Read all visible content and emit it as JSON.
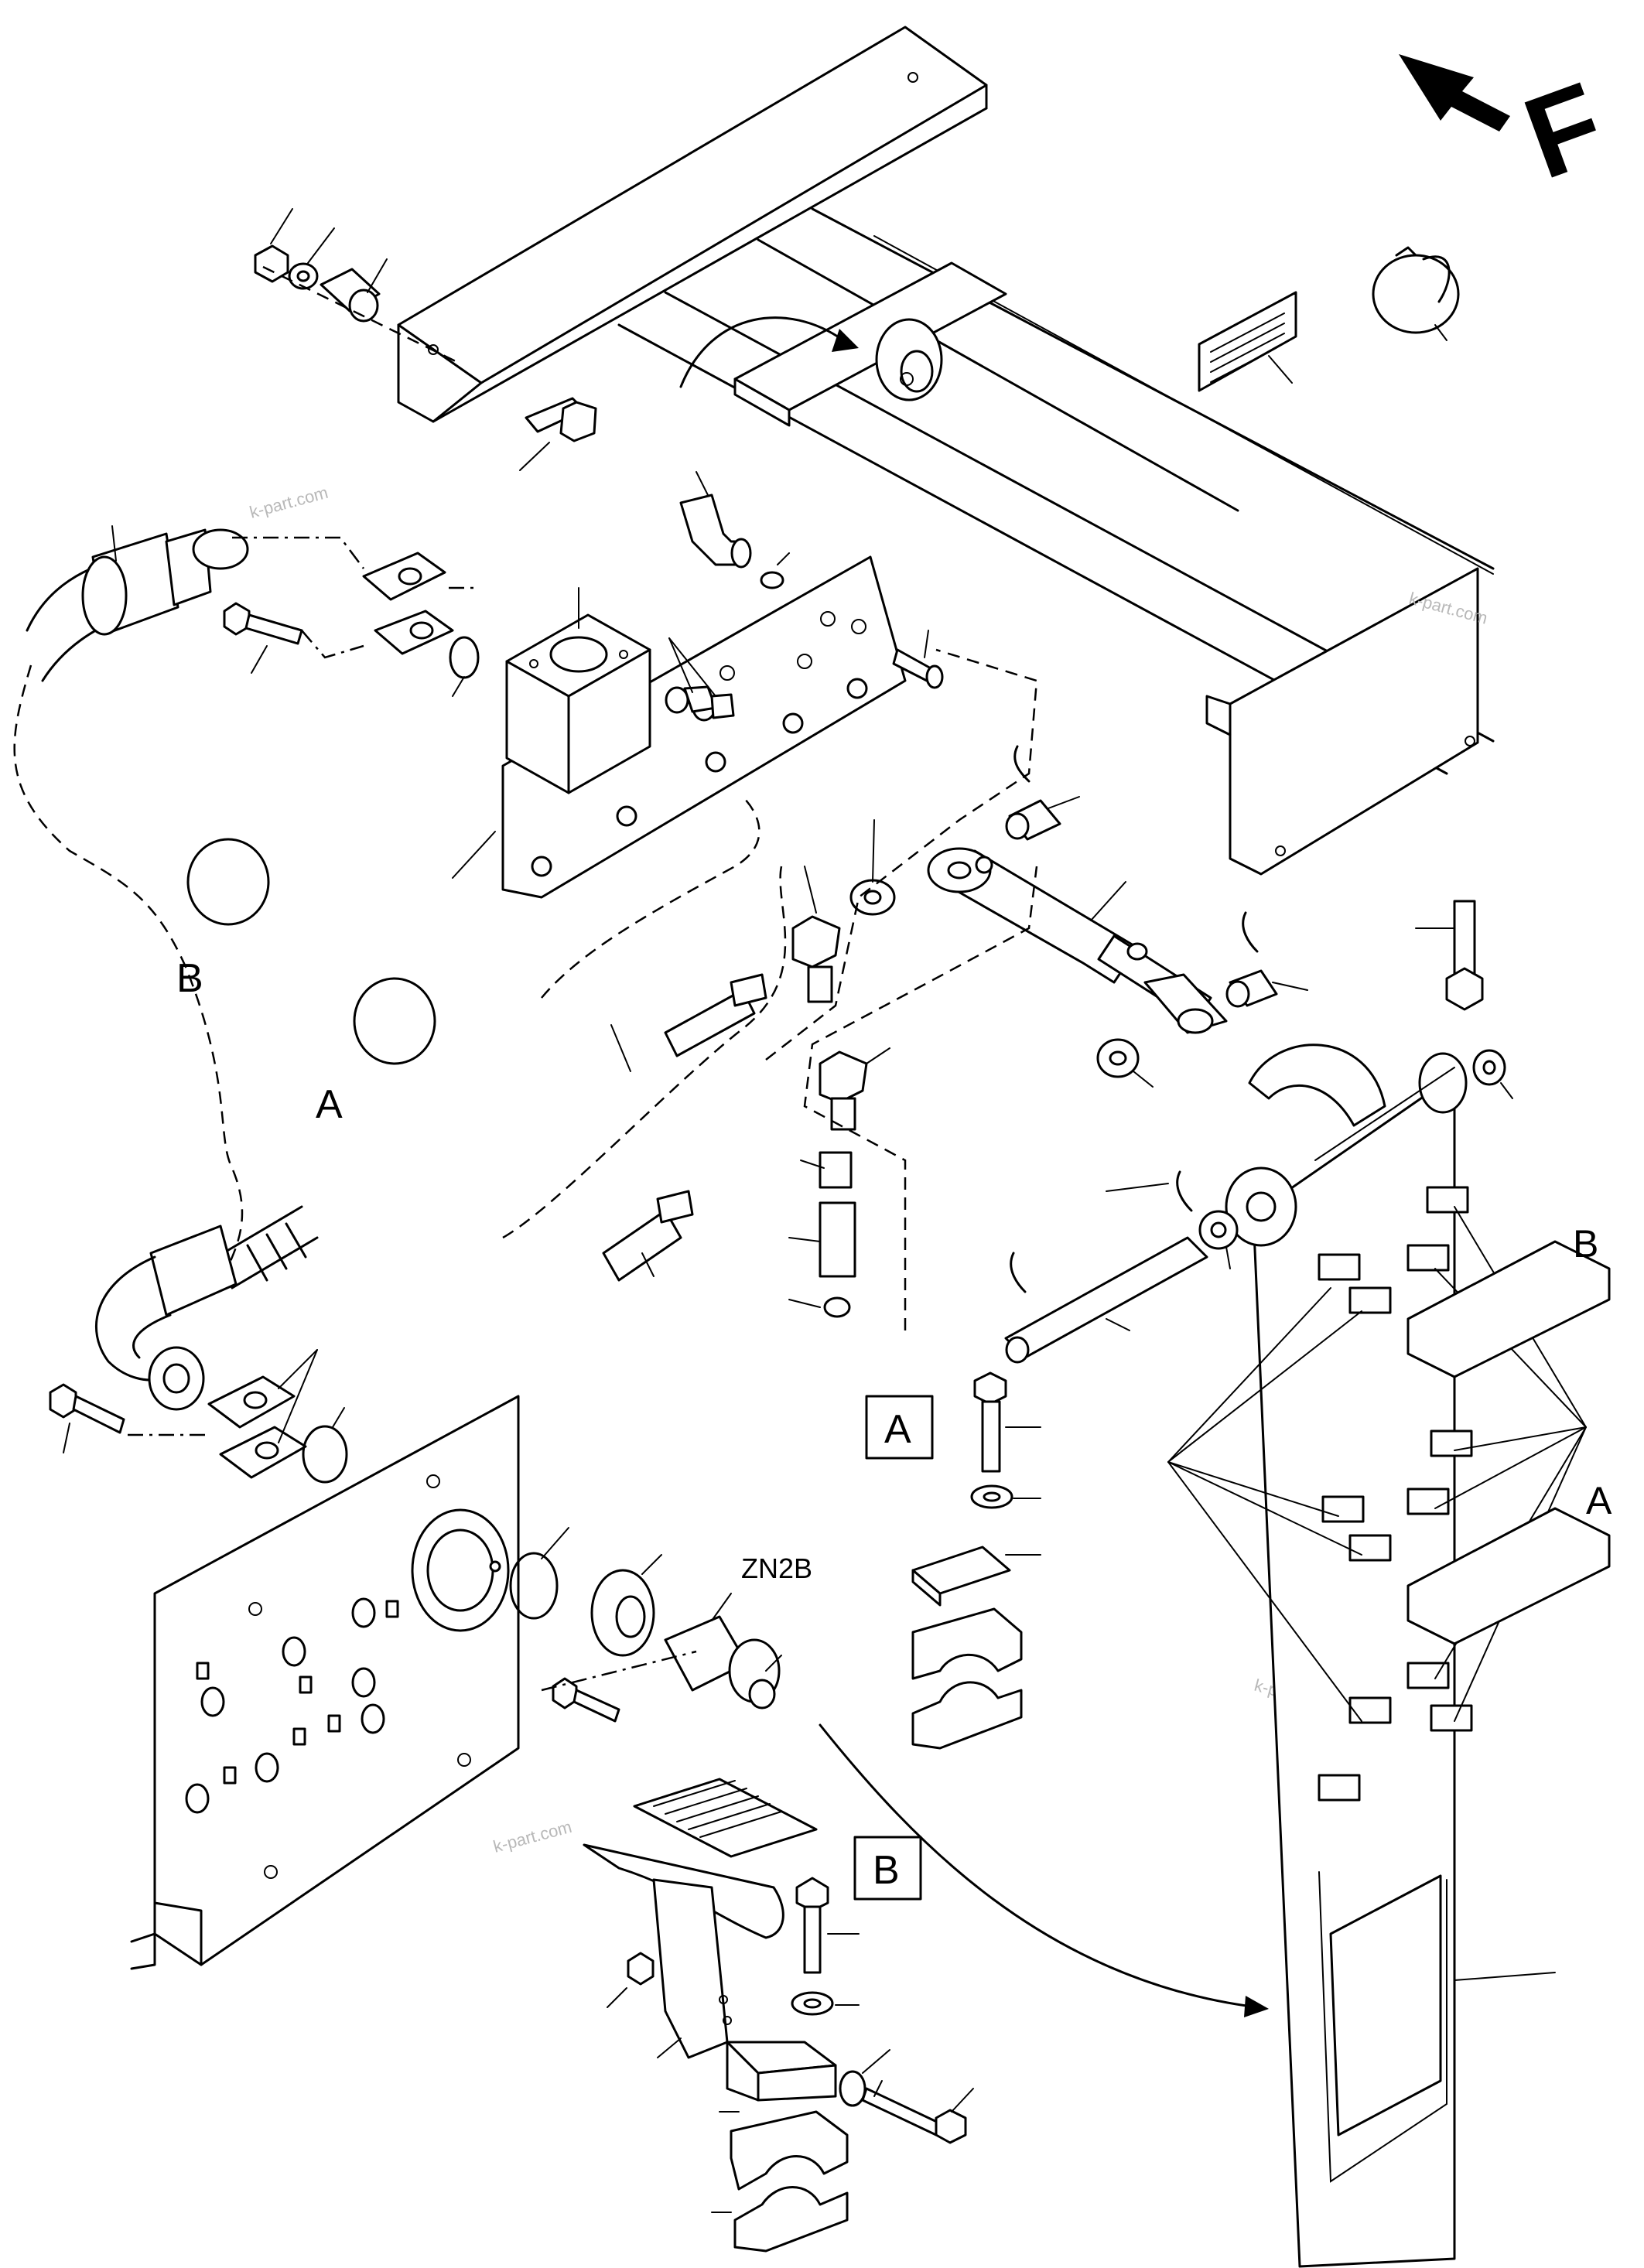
{
  "labels": {
    "direction": "F",
    "zone_code": "ZN2B",
    "detail_a": "A",
    "detail_b": "B"
  },
  "watermark": "k-part.com"
}
